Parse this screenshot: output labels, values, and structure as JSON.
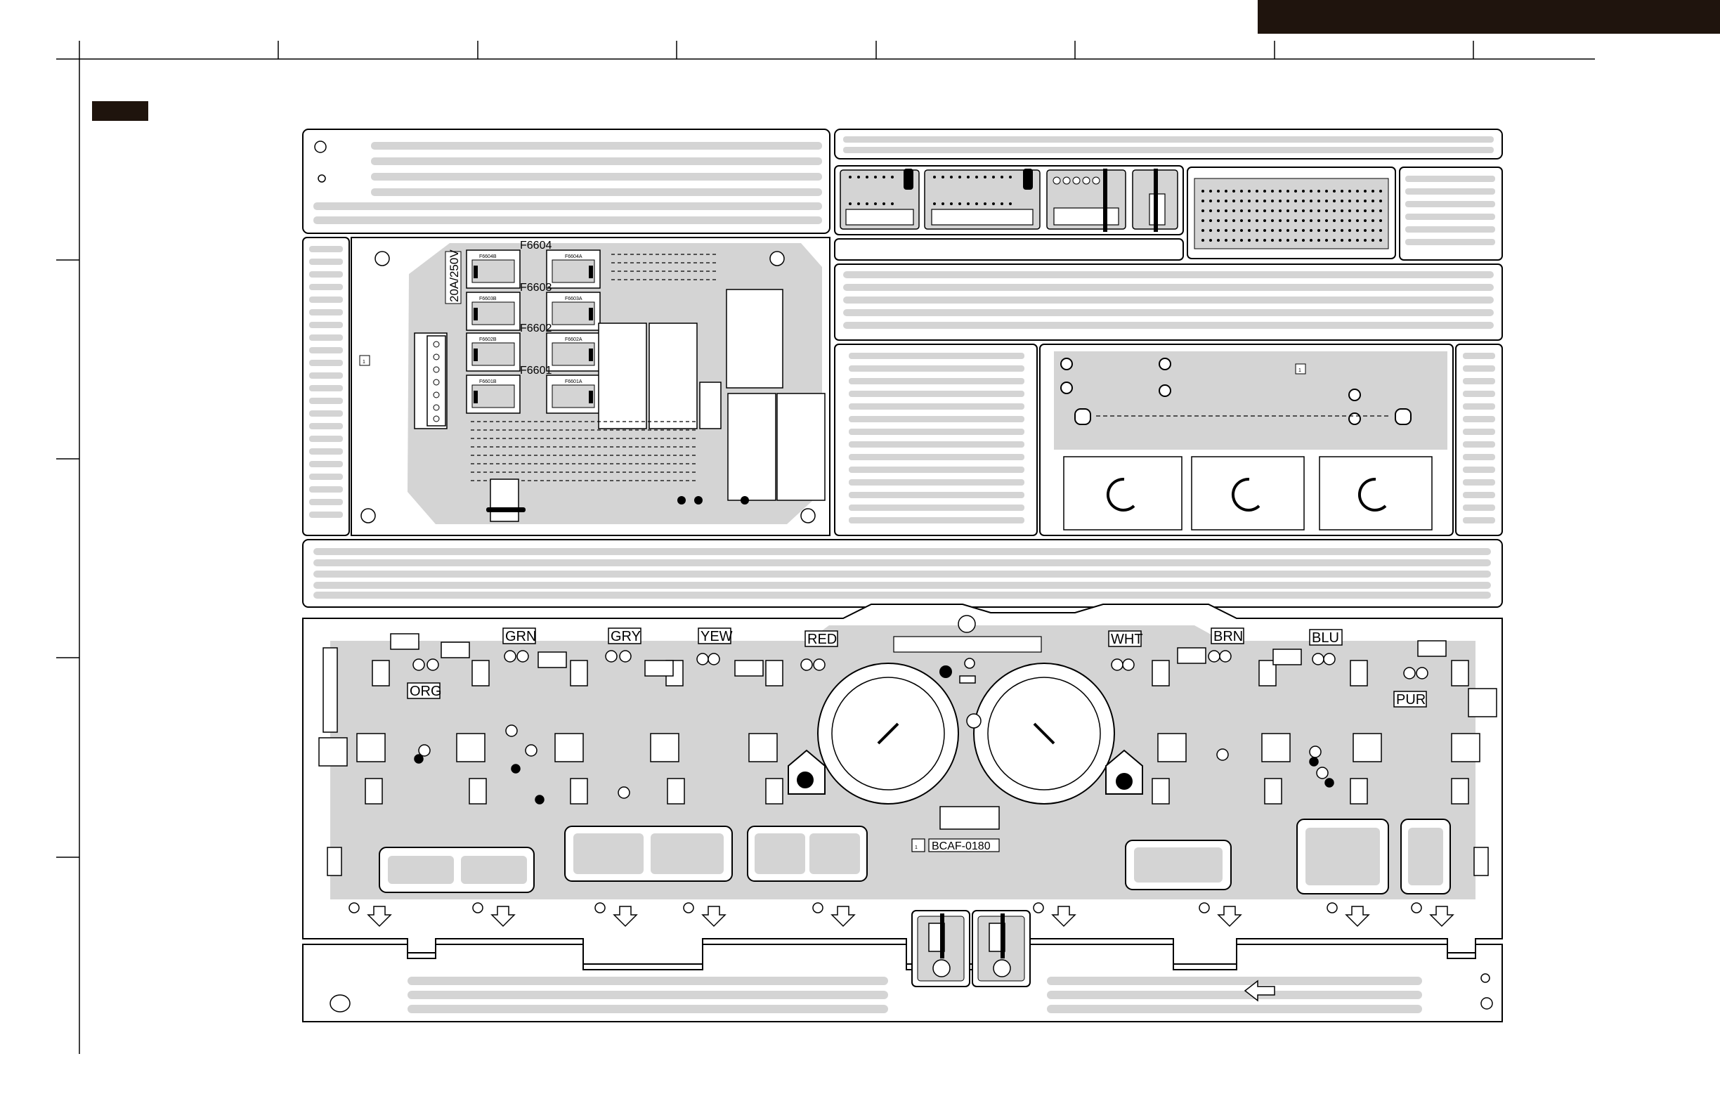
{
  "fuses": {
    "rating": "20A/250V",
    "items": [
      {
        "name": "F6604",
        "pad_a": "F6604A",
        "pad_b": "F6604B"
      },
      {
        "name": "F6603",
        "pad_a": "F6603A",
        "pad_b": "F6603B"
      },
      {
        "name": "F6602",
        "pad_a": "F6602A",
        "pad_b": "F6602B"
      },
      {
        "name": "F6601",
        "pad_a": "F6601A",
        "pad_b": "F6601B"
      }
    ]
  },
  "board_marks": {
    "left_index": "1",
    "right_index": "1",
    "main_index": "1",
    "part_number": "BCAF-0180"
  },
  "wire_colors": [
    "GRN",
    "GRY",
    "YEW",
    "RED",
    "WHT",
    "BRN",
    "BLU",
    "ORG",
    "PUR"
  ],
  "colors": {
    "ink": "#000000",
    "copper_fill": "#d4d4d4",
    "header_bar": "#1f140d"
  }
}
